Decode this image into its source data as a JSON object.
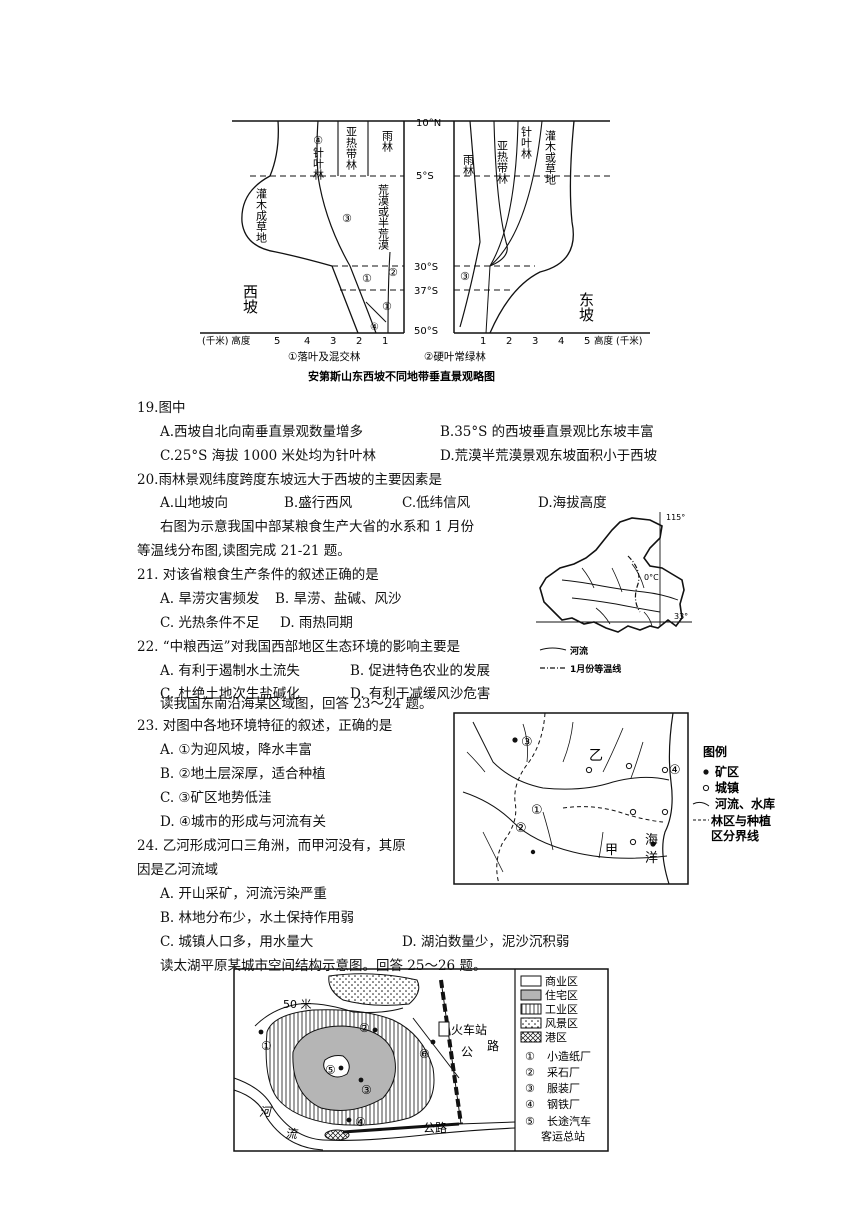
{
  "fig1": {
    "title": "安第斯山东西坡不同地带垂直景观略图",
    "lat_labels": [
      "10°N",
      "5°S",
      "30°S",
      "37°S",
      "50°S"
    ],
    "west_slope": "西坡",
    "east_slope": "东坡",
    "axis_left_unit": "(千米) 高度",
    "axis_right_unit": "高度 (千米)",
    "axis_left_ticks": [
      "5",
      "4",
      "3",
      "2",
      "1"
    ],
    "axis_right_ticks": [
      "1",
      "2",
      "3",
      "4",
      "5"
    ],
    "legend1": "①落叶及混交林",
    "legend2": "②硬叶常绿林",
    "zones_west": {
      "needle": "④针叶林",
      "subtropical": "亚热带林",
      "rainforest": "雨林",
      "shrub": "灌木成草地",
      "circle3": "③",
      "desert": "荒漠或半荒漠",
      "c1a": "①",
      "c2": "②",
      "c1b": "①",
      "c4": "④"
    },
    "zones_east": {
      "rainforest": "雨林",
      "subtropical": "亚热带林",
      "needle": "针叶林",
      "shrub": "灌木或草地",
      "c3": "③"
    }
  },
  "q19": {
    "stem": "19.图中",
    "a": "A.西坡自北向南垂直景观数量增多",
    "b": "B.35°S 的西坡垂直景观比东坡丰富",
    "c": "C.25°S 海拔 1000 米处均为针叶林",
    "d": "D.荒漠半荒漠景观东坡面积小于西坡"
  },
  "q20": {
    "stem": "20.雨林景观纬度跨度东坡远大于西坡的主要因素是",
    "a": "A.山地坡向",
    "b": "B.盛行西风",
    "c": "C.低纬信风",
    "d": "D.海拔高度"
  },
  "intro21": {
    "line1": "右图为示意我国中部某粮食生产大省的水系和 1 月份",
    "line2": "等温线分布图,读图完成 21-21 题。"
  },
  "q21": {
    "stem": "21. 对该省粮食生产条件的叙述正确的是",
    "a": "A. 旱涝灾害频发",
    "b": "B. 旱涝、盐碱、风沙",
    "c": "C. 光热条件不足",
    "d": "D. 雨热同期"
  },
  "q22": {
    "stem": "22. “中粮西运”对我国西部地区生态环境的影响主要是",
    "a": "A. 有利于遏制水土流失",
    "b": "B. 促进特色农业的发展",
    "c": "C. 杜绝土地次生盐碱化",
    "d": "D. 有利于减缓风沙危害"
  },
  "fig2": {
    "lon": "115°",
    "iso": "0°C",
    "lat": "33°",
    "legend_river": "河流",
    "legend_iso": "1月份等温线"
  },
  "intro23": "读我国东南沿海某区域图，回答 23～24 题。",
  "q23": {
    "stem": "23. 对图中各地环境特征的叙述，正确的是",
    "a": "A. ①为迎风坡，降水丰富",
    "b": "B. ②地土层深厚，适合种植",
    "c": "C. ③矿区地势低洼",
    "d": "D. ④城市的形成与河流有关"
  },
  "q24": {
    "stem1": "24. 乙河形成河口三角洲，而甲河没有，其原",
    "stem2": "因是乙河流域",
    "a": "A. 开山采矿，河流污染严重",
    "b": "B. 林地分布少，水土保持作用弱",
    "c": "C. 城镇人口多，用水量大",
    "d": "D. 湖泊数量少，泥沙沉积弱"
  },
  "fig3": {
    "marks": {
      "c1": "①",
      "c2": "②",
      "c3": "③",
      "c4": "④",
      "yi": "乙",
      "jia": "甲",
      "sea1": "海",
      "sea2": "洋"
    },
    "legend_title": "图例",
    "legend_mine": "矿区",
    "legend_town": "城镇",
    "legend_river": "河流、水库",
    "legend_forest1": "林区与种植",
    "legend_forest2": "区分界线"
  },
  "intro25": "读太湖平原某城市空间结构示意图。回答 25～26 题。",
  "fig4": {
    "contour": "50 米",
    "station": "火车站",
    "road1a": "公",
    "road1b": "路",
    "road2": "公路",
    "river1": "河",
    "river2": "流",
    "marks": {
      "c1": "①",
      "c2": "②",
      "c3": "③",
      "c4": "④",
      "c5": "⑤",
      "c6": "⑥"
    },
    "legend": [
      "商业区",
      "住宅区",
      "工业区",
      "风景区",
      "港区"
    ],
    "legend_items": [
      {
        "num": "①",
        "label": "小造纸厂"
      },
      {
        "num": "②",
        "label": "采石厂"
      },
      {
        "num": "③",
        "label": "服装厂"
      },
      {
        "num": "④",
        "label": "钢铁厂"
      },
      {
        "num": "⑤",
        "label": "长途汽车"
      }
    ],
    "legend_last2": "客运总站"
  }
}
